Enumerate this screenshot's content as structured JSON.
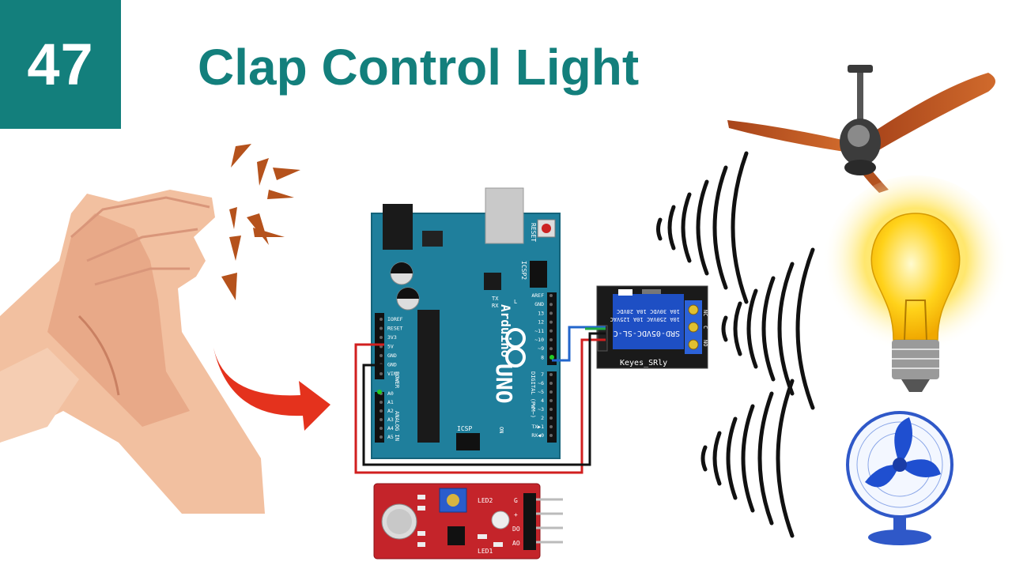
{
  "badge": {
    "number": "47"
  },
  "title": "Clap Control Light",
  "arduino": {
    "brand": "Arduino",
    "model": "UNO",
    "reset": "RESET",
    "icsp2": "ICSP2",
    "icsp": "ICSP",
    "tx": "TX",
    "rx": "RX",
    "l": "L",
    "on": "ON",
    "digital": "DIGITAL (PWM~)",
    "power": "POWER",
    "analog": "ANALOG IN",
    "power_pins": [
      "IOREF",
      "RESET",
      "3V3",
      "5V",
      "GND",
      "GND",
      "VIN"
    ],
    "analog_pins": [
      "A0",
      "A1",
      "A2",
      "A3",
      "A4",
      "A5"
    ],
    "digital_pins_top": [
      "AREF",
      "GND",
      "13",
      "12",
      "~11",
      "~10",
      "~9",
      "8"
    ],
    "digital_pins_bottom": [
      "7",
      "~6",
      "~5",
      "4",
      "~3",
      "2",
      "TX▶1",
      "RX◀0"
    ]
  },
  "relay": {
    "label": "Keyes_SRly",
    "model": "SRD-05VDC-SL-C",
    "rating1": "10A 250VAC  10A 125VAC",
    "rating2": "10A  30VDC  10A  28VDC",
    "terminals": [
      "NC",
      "C",
      "NO"
    ]
  },
  "sensor": {
    "labels": [
      "LED2",
      "LED1",
      "G",
      "+",
      "DO",
      "AO"
    ]
  },
  "colors": {
    "teal": "#137f7c",
    "board": "#1f7f9c",
    "wire_red": "#d11f1f",
    "wire_black": "#111111",
    "wire_blue": "#2266cc",
    "wire_green": "#22aa44",
    "arrow": "#e4321d",
    "clap_marks": "#b5521c"
  }
}
